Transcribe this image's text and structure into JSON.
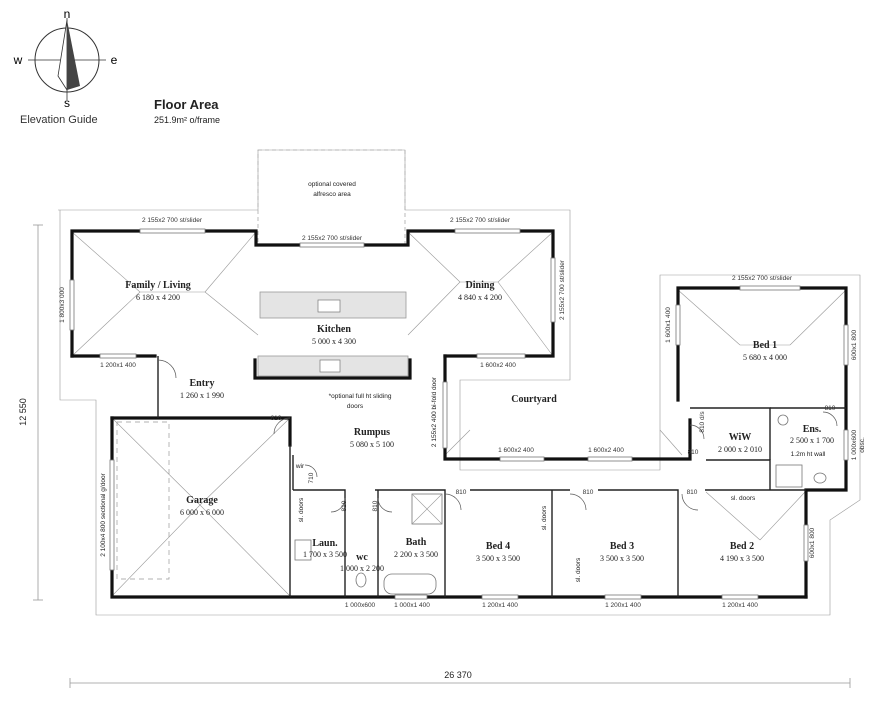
{
  "compass": {
    "n": "n",
    "s": "s",
    "e": "e",
    "w": "w",
    "caption": "Elevation Guide"
  },
  "floor_area": {
    "title": "Floor Area",
    "value": "251.9m² o/frame"
  },
  "rooms": {
    "family": {
      "name": "Family / Living",
      "dims": "6 180 x 4 200"
    },
    "dining": {
      "name": "Dining",
      "dims": "4 840 x 4 200"
    },
    "kitchen": {
      "name": "Kitchen",
      "dims": "5 000 x 4 300"
    },
    "entry": {
      "name": "Entry",
      "dims": "1 260 x 1 990"
    },
    "rumpus": {
      "name": "Rumpus",
      "dims": "5 080 x 5 100"
    },
    "courtyard": {
      "name": "Courtyard"
    },
    "bed1": {
      "name": "Bed 1",
      "dims": "5 680 x 4 000"
    },
    "wiw": {
      "name": "WiW",
      "dims": "2 000 x 2 010"
    },
    "ens": {
      "name": "Ens.",
      "dims": "2 500 x 1 700"
    },
    "garage": {
      "name": "Garage",
      "dims": "6 000 x 6 000"
    },
    "laun": {
      "name": "Laun.",
      "dims": "1 700 x 3 500"
    },
    "wc": {
      "name": "wc",
      "dims": "1 000 x 2 200"
    },
    "bath": {
      "name": "Bath",
      "dims": "2 200 x 3 500"
    },
    "bed4": {
      "name": "Bed 4",
      "dims": "3 500 x 3 500"
    },
    "bed3": {
      "name": "Bed 3",
      "dims": "3 500 x 3 500"
    },
    "bed2": {
      "name": "Bed 2",
      "dims": "4 190 x 3 500"
    }
  },
  "notes": {
    "alfresco_1": "optional covered",
    "alfresco_2": "alfresco area",
    "sliding_1": "*optional full ht sliding",
    "sliding_2": "doors",
    "ht_wall": "1.2m ht wall",
    "sl_doors": "sl. doors",
    "wir": "wir",
    "bifold": "2 155x2 400 bi-fold door",
    "sectional": "2 100x4 800 sectional g/door"
  },
  "windows": {
    "slider": "2 155x2 700 st/slider",
    "side_left": "1 800x3 000",
    "side_right": "2 155x2 700 st/slider",
    "w1200x1400": "1 200x1 400",
    "w1600x2400": "1 600x2 400",
    "w1600x1400": "1 600x1 400",
    "w600x1800": "600x1 800",
    "w1000x600": "1 000x600",
    "w1000x1400": "1 000x1 400",
    "ens_window_1": "1 000x600",
    "ens_window_2": "obsc.",
    "bed2_side": "600x1 800"
  },
  "doors": {
    "d810": "810",
    "d710": "710",
    "d810drs": "810 d/s"
  },
  "dimensions": {
    "overall_width": "26 370",
    "overall_depth": "12 550"
  }
}
